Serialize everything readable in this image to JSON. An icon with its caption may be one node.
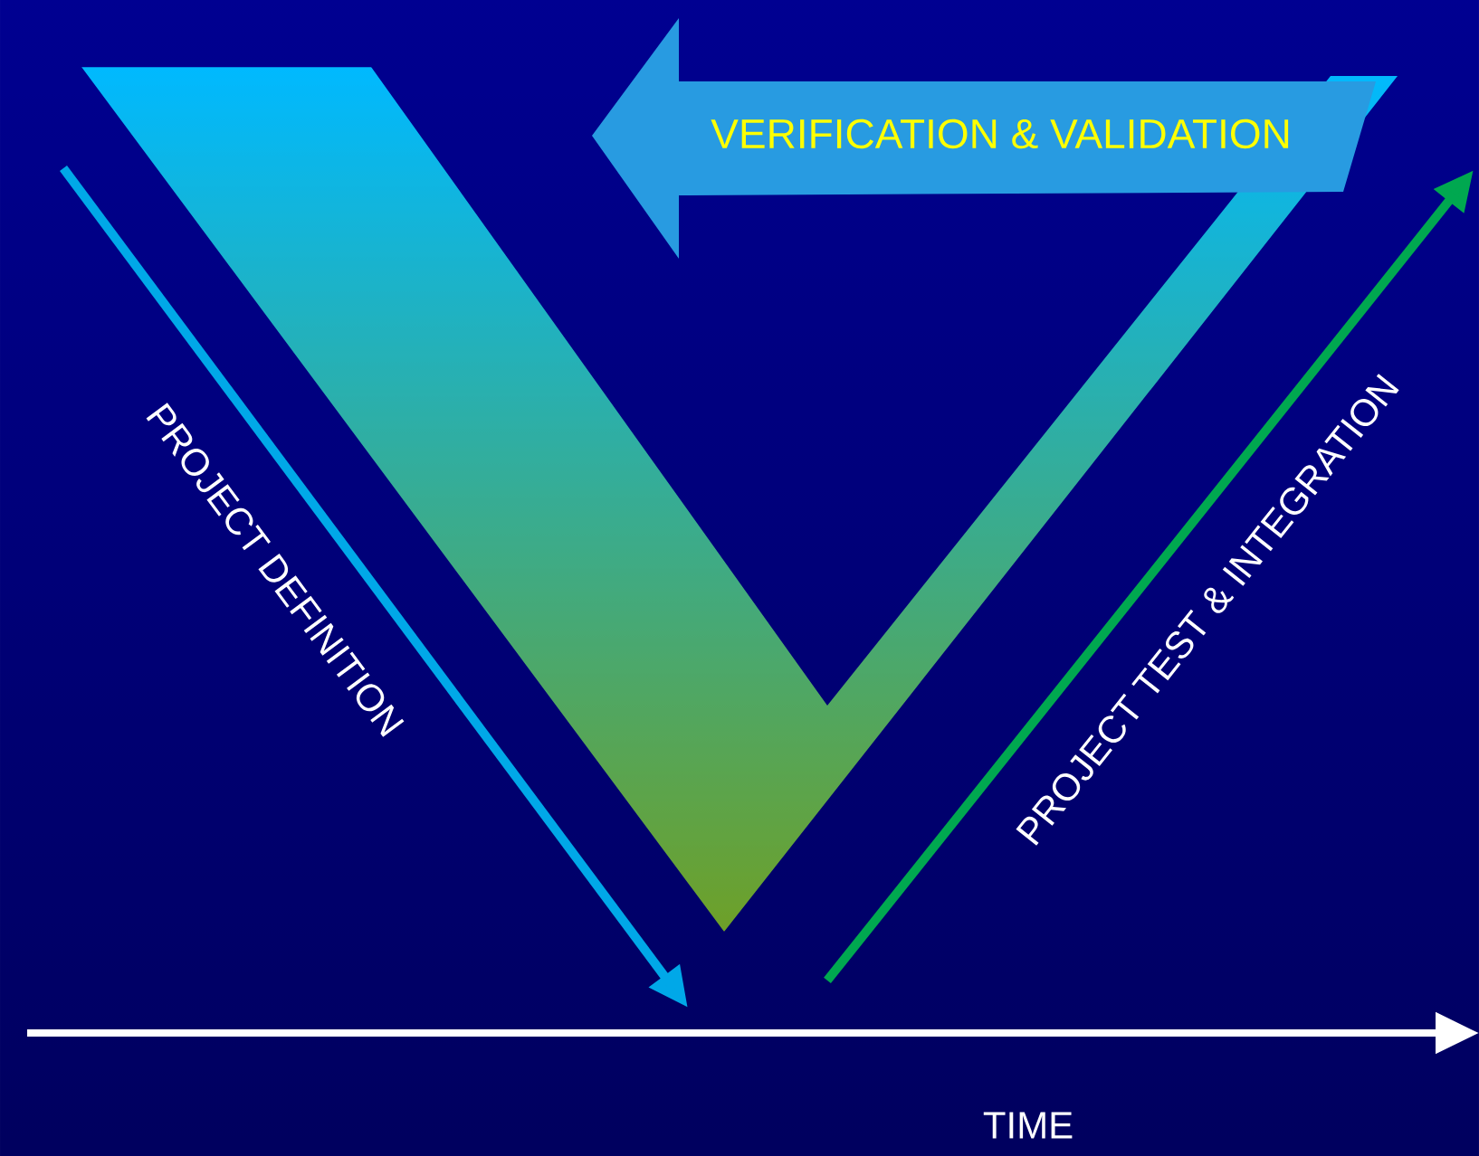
{
  "diagram": {
    "nodes": [
      {
        "text": [
          "VERIFICATION & VALIDATION"
        ]
      }
    ],
    "labels": [
      "PROJECT DEFINITION",
      "PROJECT TEST & INTEGRATION",
      "TIME"
    ]
  }
}
